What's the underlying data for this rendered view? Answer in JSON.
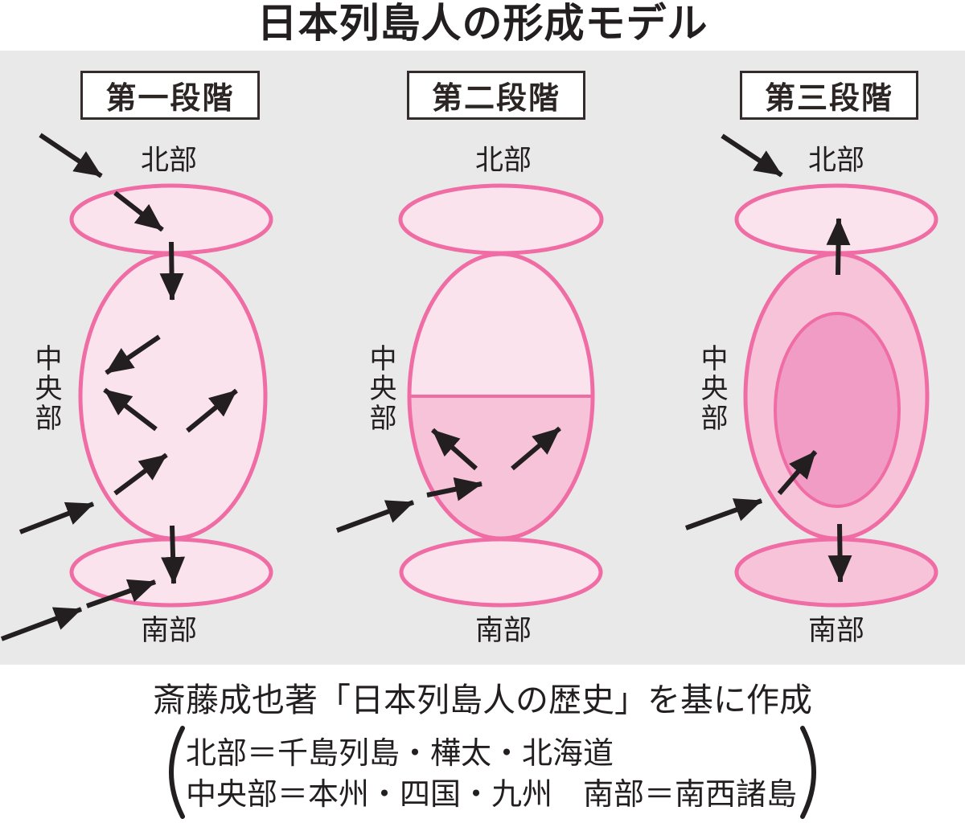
{
  "title": "日本列島人の形成モデル",
  "palette": {
    "page_background": "#ffffff",
    "panel_background": "#EAE9E9",
    "pink_light": "#FBE3ED",
    "pink_medium": "#F6C3D9",
    "pink_dark": "#F09CC5",
    "pink_border": "#EF6DA4",
    "ink": "#231F20",
    "stage_box_border": "#332C2A"
  },
  "panels": [
    {
      "stage_label": "第一段階",
      "north_label": "北部",
      "central_label": "中央部",
      "south_label": "南部"
    },
    {
      "stage_label": "第二段階",
      "north_label": "北部",
      "central_label": "中央部",
      "south_label": "南部"
    },
    {
      "stage_label": "第三段階",
      "north_label": "北部",
      "central_label": "中央部",
      "south_label": "南部"
    }
  ],
  "caption": {
    "source_line": "斎藤成也著「日本列島人の歴史」を基に作成",
    "legend_line1": "北部＝千島列島・樺太・北海道",
    "legend_line2": "中央部＝本州・四国・九州　南部＝南西諸島"
  }
}
